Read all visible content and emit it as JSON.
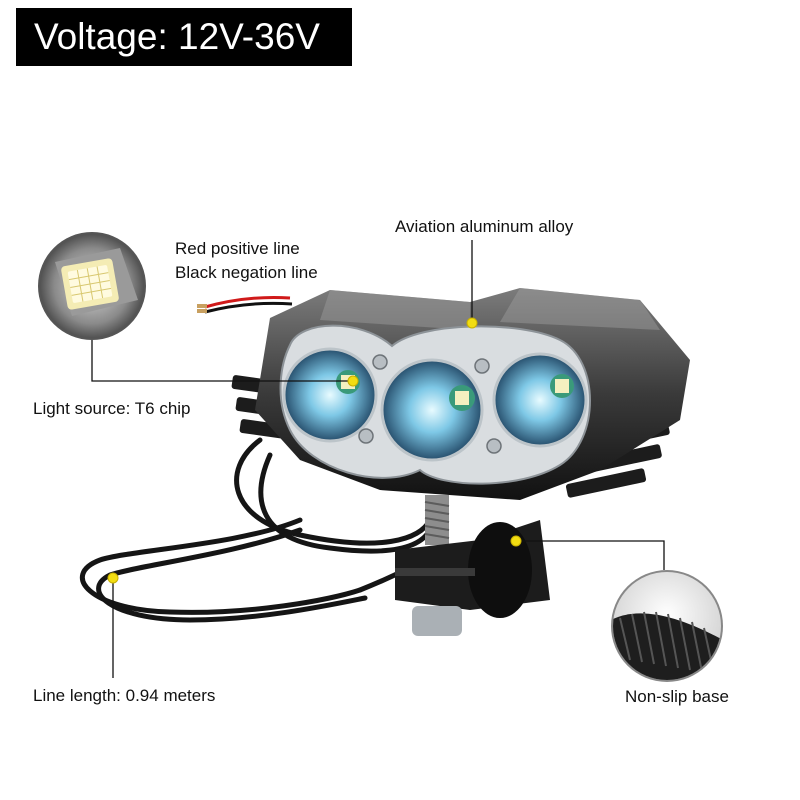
{
  "banner": {
    "voltage_label": "Voltage: 12V-36V"
  },
  "callouts": {
    "wire_red": "Red positive line",
    "wire_black": "Black negation line",
    "housing": "Aviation aluminum alloy",
    "light_source": "Light source: T6 chip",
    "line_length": "Line length: 0.94 meters",
    "base": "Non-slip base"
  },
  "colors": {
    "banner_bg": "#000000",
    "marker_dot": "#f2dd12",
    "leader_line": "#111111"
  },
  "icons": [
    "led-chip-icon",
    "headlight-product-image",
    "non-slip-base-icon"
  ]
}
